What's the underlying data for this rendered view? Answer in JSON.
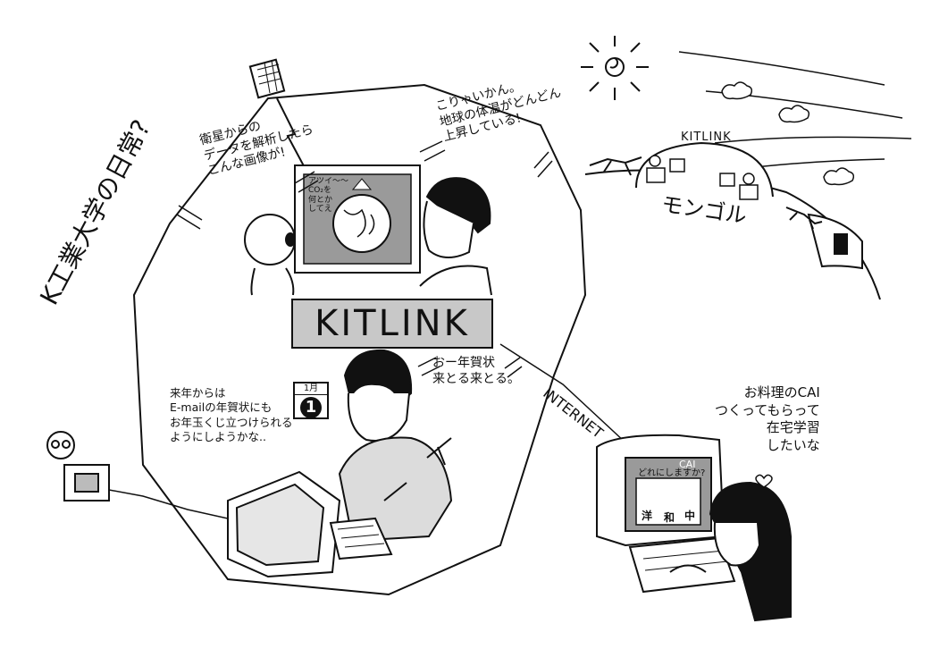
{
  "title": "K工業大学の日常?",
  "center_logo": "KITLINK",
  "mongol_building_label": "KITLINK",
  "mongol_label": "モンゴル",
  "internet_label": "INTERNET",
  "bubbles": {
    "satellite_line1": "衛星からの",
    "satellite_line2": "データを解析したら",
    "satellite_line3": "こんな画像が!",
    "monitor_line1": "アツイ〜〜",
    "monitor_line2": "CO₂を",
    "monitor_line3": "何とか",
    "monitor_line4": "してえ",
    "warming_line1": "こりゃいかん。",
    "warming_line2": "地球の体温がどんどん",
    "warming_line3": "上昇している!",
    "nenga_line1": "おー年賀状",
    "nenga_line2": "来とる来とる。",
    "email_line1": "来年からは",
    "email_line2": "E-mailの年賀状にも",
    "email_line3": "お年玉くじ立つけられる",
    "email_line4": "ようにしようかな..",
    "cai_line1": "お料理のCAI",
    "cai_line2": "つくってもらって",
    "cai_line3": "在宅学習",
    "cai_line4": "したいな"
  },
  "calendar": {
    "month": "1月",
    "day": "1"
  },
  "cai_screen": {
    "header": "CAI",
    "question": "どれにしますか?",
    "options": [
      "洋",
      "和",
      "中"
    ]
  },
  "colors": {
    "ink": "#111111",
    "screen_gray": "#9a9a9a",
    "logo_gray": "#c8c8c8",
    "paper": "#ffffff"
  }
}
